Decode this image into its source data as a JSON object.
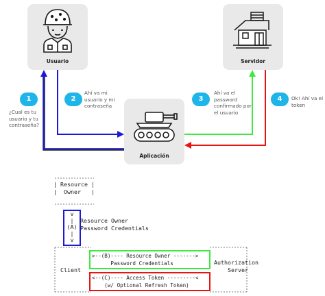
{
  "nodes": {
    "usuario": {
      "label": "Usuario",
      "icon": "soldier-icon"
    },
    "servidor": {
      "label": "Servidor",
      "icon": "house-server-icon"
    },
    "aplicacion": {
      "label": "Aplicación",
      "icon": "tank-icon"
    }
  },
  "steps": [
    {
      "number": "1",
      "text": "¿Cual es tu\nusuario y tu\ncontraseña?"
    },
    {
      "number": "2",
      "text": "Ahí va mi\nusuario y mi\ncontraseña"
    },
    {
      "number": "3",
      "text": "Ahí va el\npassword\nconfirmado por\nel usuario"
    },
    {
      "number": "4",
      "text": "Ok! Ahí va el\ntoken"
    }
  ],
  "colors": {
    "card": "#e9e9e9",
    "badge": "#1fb5e8",
    "blue": "#1a1ad4",
    "green": "#3ee83e",
    "red": "#e81414"
  },
  "oauth": {
    "resource_owner_box": "| Resource |\n|  Owner   |",
    "arrow_a": "v\n|\n(A)\n|\nv",
    "arrow_a_label": "Resource Owner\nPassword Credentials",
    "client_label": "Client",
    "flow_b": ">--(B)---- Resource Owner ------->\n      Password Credentials",
    "flow_c": "<--(C)---- Access Token ---------<\n    (w/ Optional Refresh Token)",
    "server_label": "Authorization\n    Server"
  }
}
